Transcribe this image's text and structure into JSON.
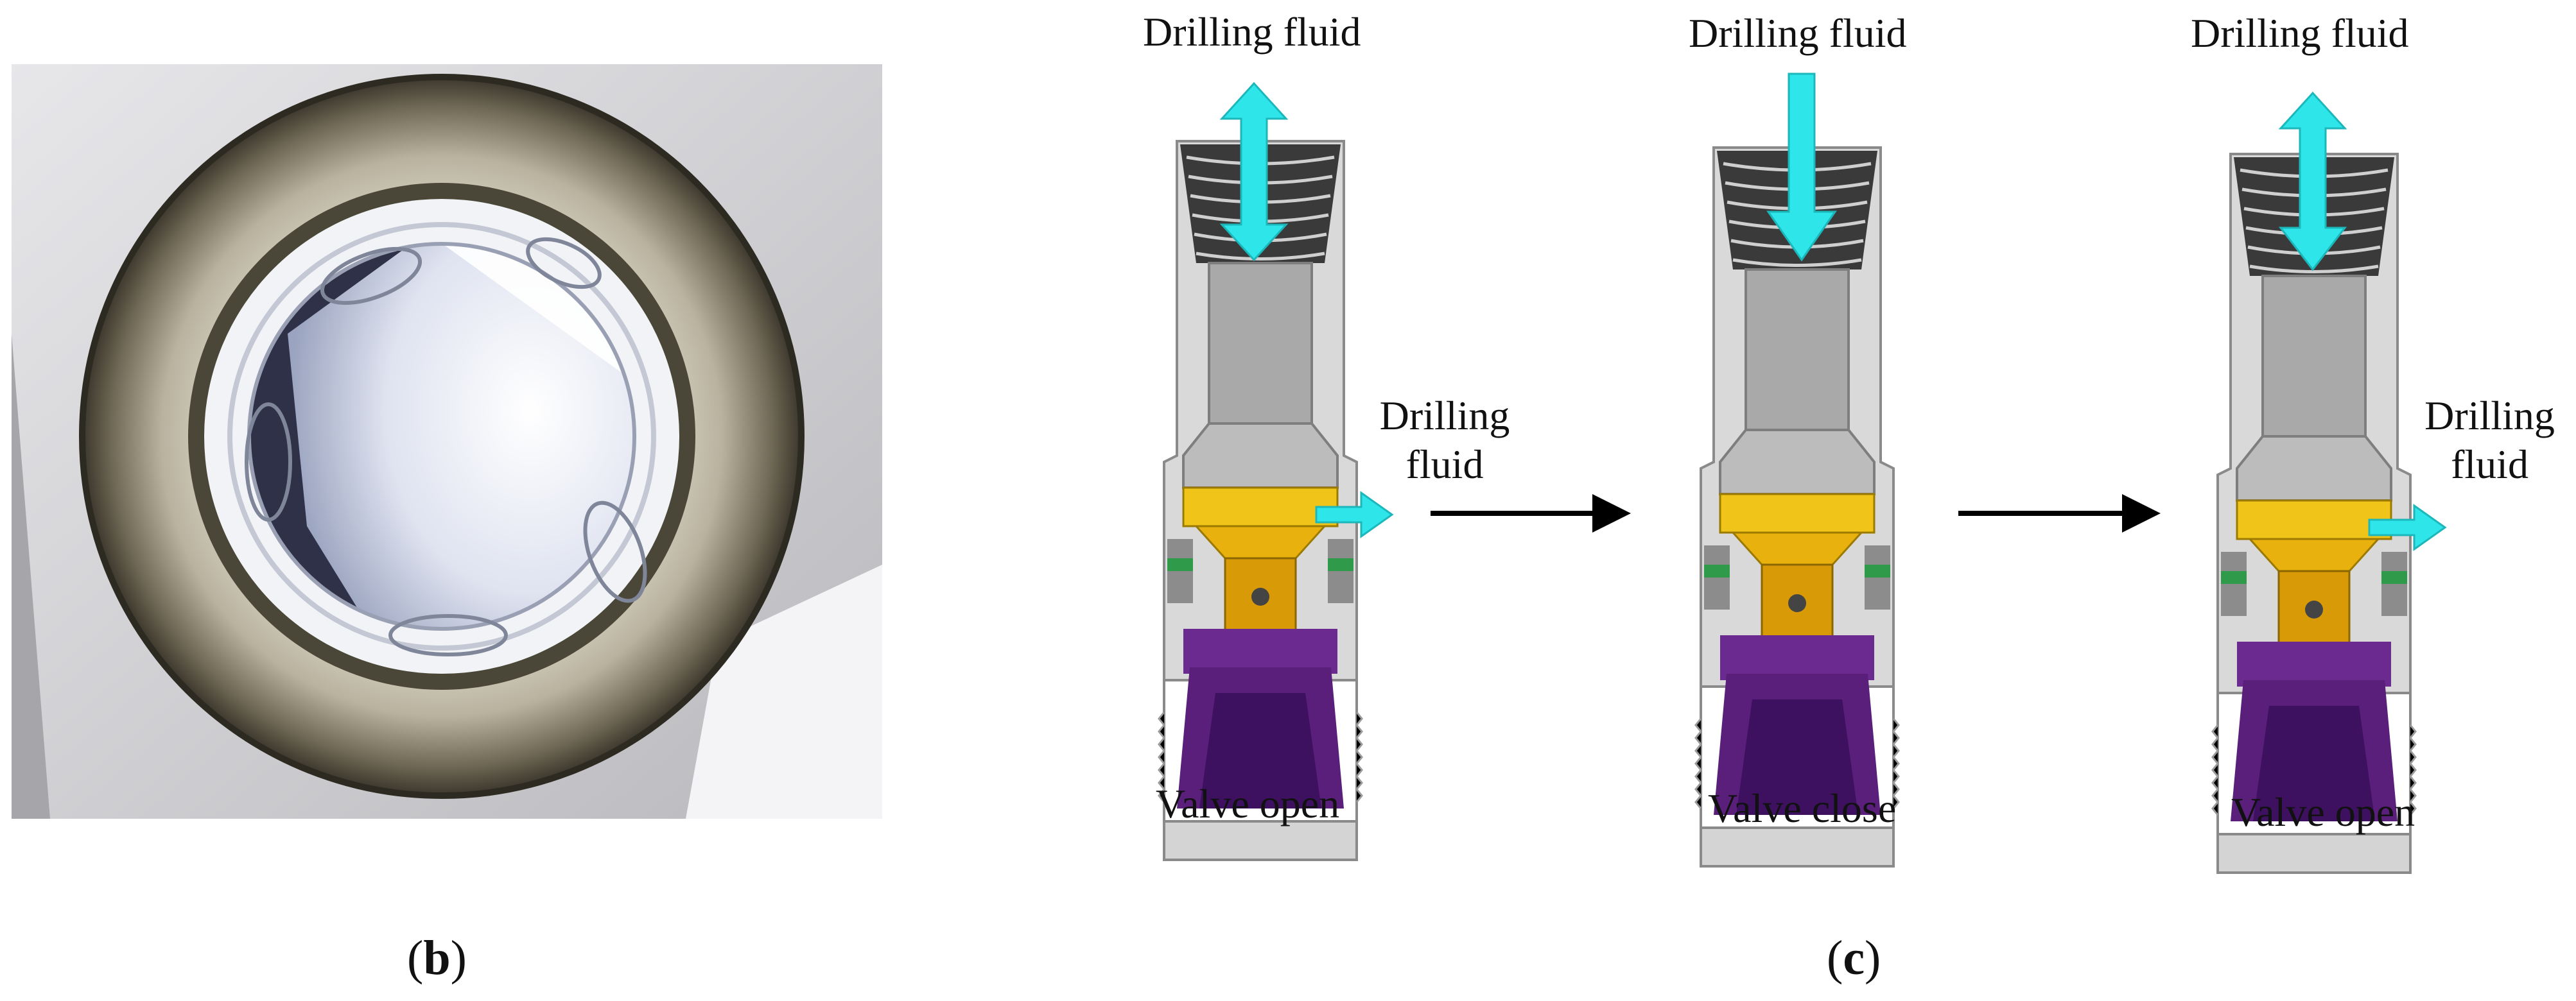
{
  "panels": {
    "b": {
      "open": "(",
      "letter": "b",
      "close": ")"
    },
    "c": {
      "open": "(",
      "letter": "c",
      "close": ")"
    }
  },
  "stages": [
    {
      "top_label": "Drilling fluid",
      "side_label_1": "Drilling",
      "side_label_2": "fluid",
      "caption": "Valve open"
    },
    {
      "top_label": "Drilling fluid",
      "caption": "Valve close"
    },
    {
      "top_label": "Drilling fluid",
      "side_label_1": "Drilling",
      "side_label_2": "fluid",
      "caption": "Valve open"
    }
  ],
  "colors": {
    "flow_arrow": "#2ee6ea",
    "body_gray": "#c8c8c8",
    "seat_yellow": "#f0c419",
    "piston_purple": "#6b2a8f",
    "process_arrow": "#000000"
  }
}
